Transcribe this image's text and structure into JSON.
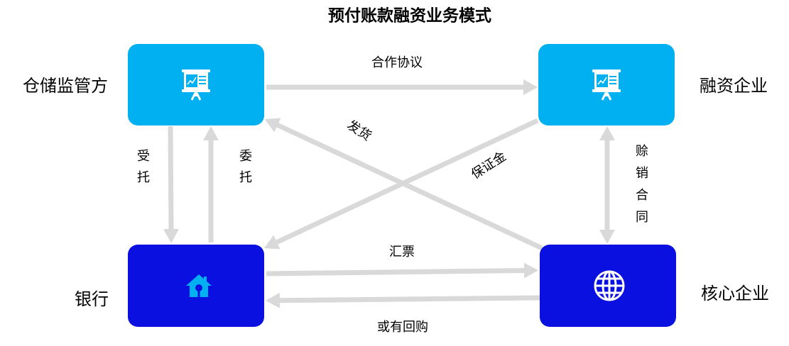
{
  "title": "预付账款融资业务模式",
  "colors": {
    "arrow": "#d9d9d9",
    "icon_white": "#ffffff",
    "house_icon": "#00b0f0",
    "text": "#000000"
  },
  "nodes": [
    {
      "label": "仓储监管方",
      "icon": "presentation-board-icon",
      "color": "#00b0f0"
    },
    {
      "label": "融资企业",
      "icon": "presentation-board-icon",
      "color": "#00b0f0"
    },
    {
      "label": "银行",
      "icon": "house-icon",
      "color": "#0a10e0"
    },
    {
      "label": "核心企业",
      "icon": "globe-icon",
      "color": "#0a10e0"
    }
  ],
  "edges": [
    {
      "label": "合作协议",
      "from": 0,
      "to": 1
    },
    {
      "label": "发货",
      "from": 3,
      "to": 0
    },
    {
      "label": "保证金",
      "from": 1,
      "to": 2
    },
    {
      "label": "受托",
      "from": 0,
      "to": 2
    },
    {
      "label": "委托",
      "from": 2,
      "to": 0
    },
    {
      "label": "赊销合同",
      "from": 1,
      "to": 3,
      "bidirectional": true
    },
    {
      "label": "汇票",
      "from": 2,
      "to": 3
    },
    {
      "label": "或有回购",
      "from": 3,
      "to": 2
    }
  ]
}
